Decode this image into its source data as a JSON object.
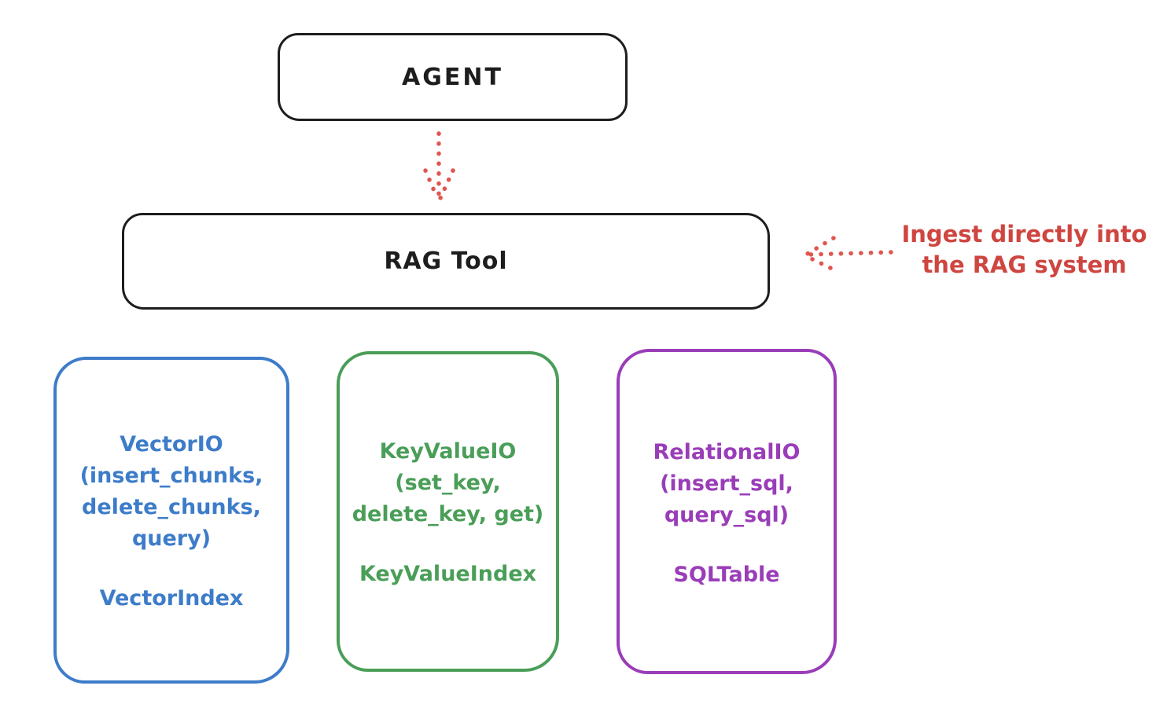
{
  "colors": {
    "ink": "#1d1d1d",
    "blue": "#3d7cc9",
    "green": "#4a9e58",
    "purple": "#9a3db8",
    "arrow_red": "#e0564f",
    "annotation_red": "#cf4540",
    "canvas_bg": "#ffffff"
  },
  "nodes": {
    "agent": {
      "label": "AGENT"
    },
    "rag_tool": {
      "label": "RAG Tool"
    },
    "vector": {
      "lines": [
        "VectorIO",
        "(insert_chunks,",
        "delete_chunks,",
        "query)"
      ],
      "footer": "VectorIndex"
    },
    "keyvalue": {
      "lines": [
        "KeyValueIO",
        "(set_key,",
        "delete_key, get)"
      ],
      "footer": "KeyValueIndex"
    },
    "relational": {
      "lines": [
        "RelationalIO",
        "(insert_sql,",
        "query_sql)"
      ],
      "footer": "SQLTable"
    }
  },
  "annotation": {
    "line1": "Ingest directly into",
    "line2": "the RAG system"
  }
}
